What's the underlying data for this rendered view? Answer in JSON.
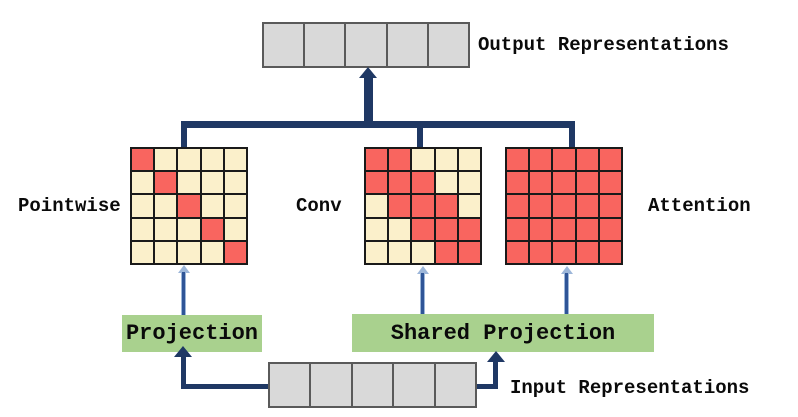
{
  "colors": {
    "active_cell": "#F9655F",
    "inactive_cell": "#FBF0CB",
    "bar_fill": "#D9D9D9",
    "bar_border": "#5A5A5A",
    "grid_line": "#1A1A1A",
    "green_box": "#A9D18E",
    "navy_arrow": "#1F3864",
    "thin_arrow": "#2F5597",
    "thin_arrow_head": "#9CB6D9"
  },
  "diagram": {
    "output_bar": {
      "label": "Output Representations",
      "cells": 5
    },
    "input_bar": {
      "label": "Input Representations",
      "cells": 5
    },
    "projection_box": {
      "label": "Projection"
    },
    "shared_projection_box": {
      "label": "Shared Projection"
    },
    "matrices": [
      {
        "label": "Pointwise",
        "size": 5,
        "pattern": [
          [
            1,
            0,
            0,
            0,
            0
          ],
          [
            0,
            1,
            0,
            0,
            0
          ],
          [
            0,
            0,
            1,
            0,
            0
          ],
          [
            0,
            0,
            0,
            1,
            0
          ],
          [
            0,
            0,
            0,
            0,
            1
          ]
        ]
      },
      {
        "label": "Conv",
        "size": 5,
        "pattern": [
          [
            1,
            1,
            0,
            0,
            0
          ],
          [
            1,
            1,
            1,
            0,
            0
          ],
          [
            0,
            1,
            1,
            1,
            0
          ],
          [
            0,
            0,
            1,
            1,
            1
          ],
          [
            0,
            0,
            0,
            1,
            1
          ]
        ]
      },
      {
        "label": "Attention",
        "size": 5,
        "pattern": [
          [
            1,
            1,
            1,
            1,
            1
          ],
          [
            1,
            1,
            1,
            1,
            1
          ],
          [
            1,
            1,
            1,
            1,
            1
          ],
          [
            1,
            1,
            1,
            1,
            1
          ],
          [
            1,
            1,
            1,
            1,
            1
          ]
        ]
      }
    ]
  }
}
